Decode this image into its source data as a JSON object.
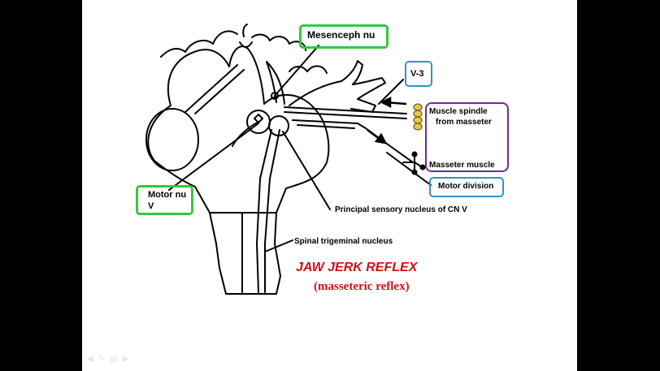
{
  "labels": {
    "mesenceph": "Mesenceph nu",
    "v3": "V-3",
    "muscle_spindle_1": "Muscle spindle",
    "muscle_spindle_2": "from masseter",
    "masseter_muscle": "Masseter muscle",
    "motor_division": "Motor division",
    "motor_nu_1": "Motor nu",
    "motor_nu_2": "V",
    "principal_sensory": "Principal sensory nucleus of CN V",
    "spinal_trigeminal": "Spinal trigeminal nucleus"
  },
  "title": "JAW JERK REFLEX",
  "subtitle": "(masseteric reflex)",
  "colors": {
    "green_box": "#37c837",
    "blue_box": "#2f93c8",
    "purple_box": "#6d2f8f",
    "title": "#c81414",
    "spindle": "#e8c84a"
  },
  "toolbar_icons": [
    "arrow-left-icon",
    "pen-icon",
    "slides-icon",
    "arrow-right-icon"
  ]
}
